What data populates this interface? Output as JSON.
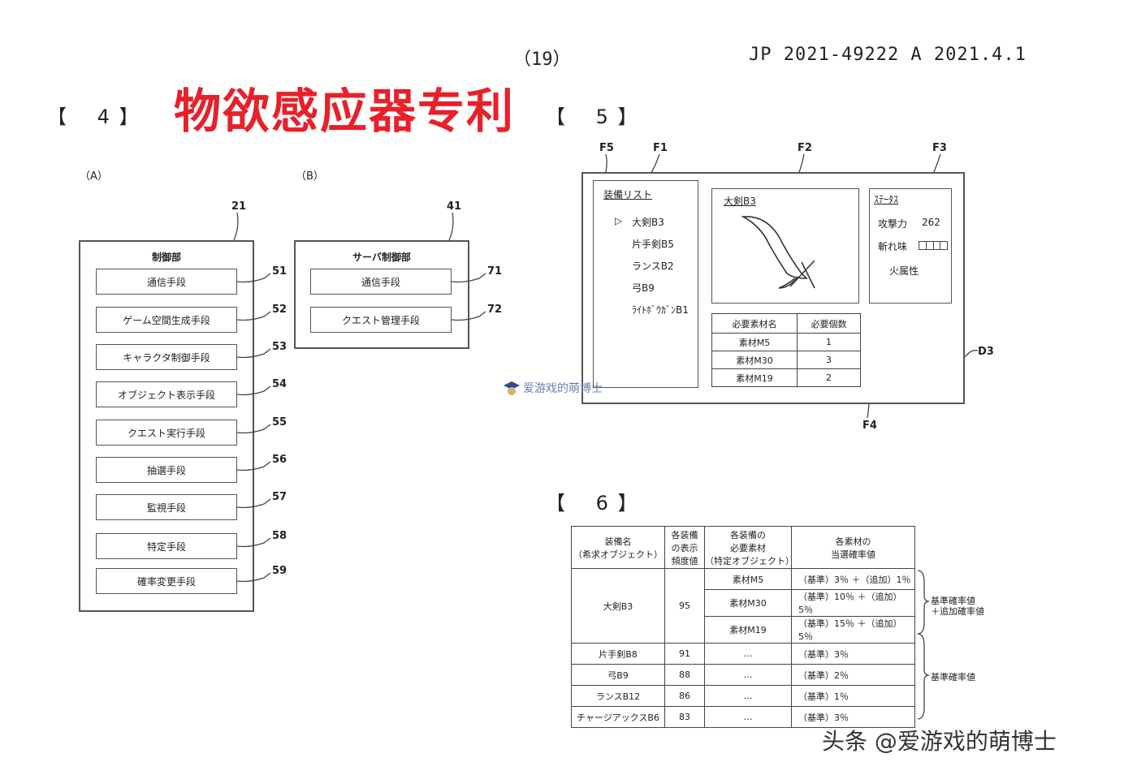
{
  "header": {
    "page_no": "（19）",
    "doc_id": "JP 2021-49222 A 2021.4.1"
  },
  "overlay_title": "物欲感应器专利",
  "watermark": "爱游戏的萌博士",
  "credit": "头条 @爱游戏的萌博士",
  "fig4": {
    "section": "【　 4 】",
    "A": {
      "label": "（A）",
      "ref": "21",
      "title": "制御部",
      "items": [
        {
          "label": "通信手段",
          "ref": "51"
        },
        {
          "label": "ゲーム空間生成手段",
          "ref": "52"
        },
        {
          "label": "キャラクタ制御手段",
          "ref": "53"
        },
        {
          "label": "オブジェクト表示手段",
          "ref": "54"
        },
        {
          "label": "クエスト実行手段",
          "ref": "55"
        },
        {
          "label": "抽選手段",
          "ref": "56"
        },
        {
          "label": "監視手段",
          "ref": "57"
        },
        {
          "label": "特定手段",
          "ref": "58"
        },
        {
          "label": "確率変更手段",
          "ref": "59"
        }
      ]
    },
    "B": {
      "label": "（B）",
      "ref": "41",
      "title": "サーバ制御部",
      "items": [
        {
          "label": "通信手段",
          "ref": "71"
        },
        {
          "label": "クエスト管理手段",
          "ref": "72"
        }
      ]
    }
  },
  "fig5": {
    "section": "【　 5 】",
    "refs": {
      "F5": "F5",
      "F1": "F1",
      "F2": "F2",
      "F3": "F3",
      "F4": "F4",
      "D3": "D3"
    },
    "list_title": "装備リスト",
    "cursor": "▷",
    "list_items": [
      "大剣B3",
      "片手剣B5",
      "ランスB2",
      "弓B9",
      "ﾗｲﾄﾎﾞｳｶﾞﾝB1"
    ],
    "preview_title": "大剣B3",
    "status": {
      "title": "ｽﾃｰﾀｽ",
      "attack_label": "攻撃力",
      "attack_value": "262",
      "sharpness_label": "斬れ味",
      "element_label": "火属性"
    },
    "materials": {
      "headers": [
        "必要素材名",
        "必要個数"
      ],
      "rows": [
        [
          "素材M5",
          "1"
        ],
        [
          "素材M30",
          "3"
        ],
        [
          "素材M19",
          "2"
        ]
      ]
    }
  },
  "fig6": {
    "section": "【　 6 】",
    "headers": [
      "装備名\n（希求オブジェクト）",
      "各装備\nの表示\n頻度値",
      "各装備の\n必要素材\n（特定オブジェクト）",
      "各素材の\n当選確率値"
    ],
    "group1": {
      "name": "大剣B3",
      "freq": "95",
      "rows": [
        [
          "素材M5",
          "（基準）3％ ＋（追加）1％"
        ],
        [
          "素材M30",
          "（基準）10％ ＋（追加）5％"
        ],
        [
          "素材M19",
          "（基準）15％ ＋（追加）5％"
        ]
      ]
    },
    "others": [
      [
        "片手剣B8",
        "91",
        "…",
        "（基準）3％"
      ],
      [
        "弓B9",
        "88",
        "…",
        "（基準）2％"
      ],
      [
        "ランスB12",
        "86",
        "…",
        "（基準）1％"
      ],
      [
        "チャージアックスB6",
        "83",
        "…",
        "（基準）3％"
      ]
    ],
    "brace1": "基準確率値\n＋追加確率値",
    "brace2": "基準確率値"
  }
}
